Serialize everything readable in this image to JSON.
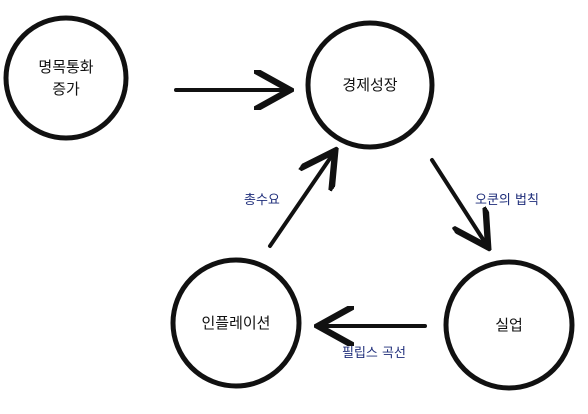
{
  "colors": {
    "stroke": "#111111",
    "edge_label": "#1e2d7a",
    "background": "#ffffff"
  },
  "nodes": {
    "money_increase": {
      "line1": "명목통화",
      "line2": "증가"
    },
    "growth": {
      "label": "경제성장"
    },
    "unemployment": {
      "label": "실업"
    },
    "inflation": {
      "label": "인플레이션"
    }
  },
  "edges": {
    "okun": {
      "label": "오쿤의 법칙"
    },
    "phillips": {
      "label": "필립스 곡선"
    },
    "demand": {
      "label": "총수요"
    }
  }
}
